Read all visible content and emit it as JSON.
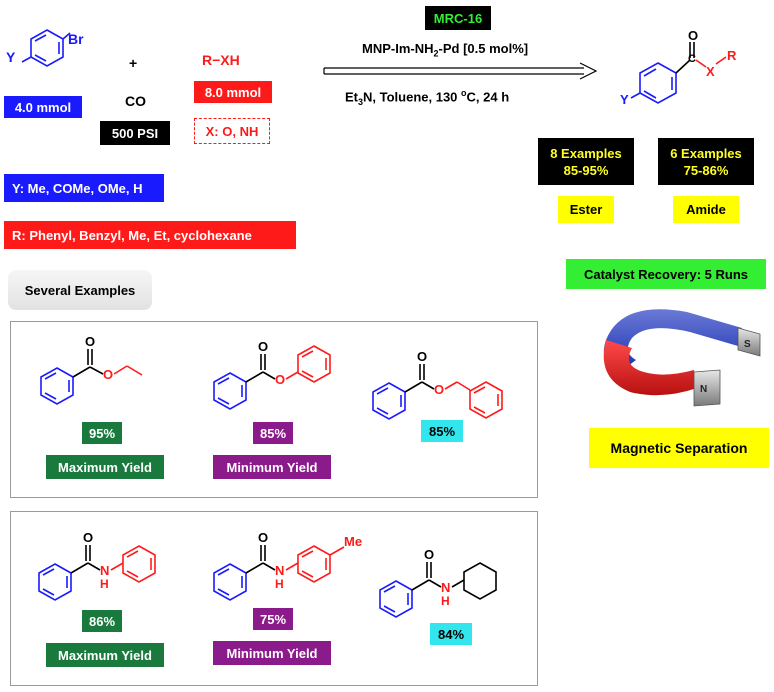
{
  "reaction": {
    "substrate_sub": "Br",
    "substrate_var": "Y",
    "plus": "+",
    "co": "CO",
    "rxh": "R−XH",
    "aryl_amount": "4.0 mmol",
    "co_pressure": "500 PSI",
    "rxh_amount": "8.0 mmol",
    "x_def": "X: O, NH",
    "catalyst_tag": "MRC-16",
    "catalyst": "MNP-Im-NH",
    "catalyst_sub": "2",
    "catalyst_rest": "-Pd [0.5 mol%]",
    "cond_a": "Et",
    "cond_sub": "3",
    "cond_b": "N, Toluene, 130 ",
    "cond_deg": "o",
    "cond_c": "C, 24 h",
    "product_c": "C",
    "product_o": "O",
    "product_x": "X",
    "product_r": "R",
    "product_y": "Y"
  },
  "scope": {
    "y_def": "Y: Me, COMe, OMe, H",
    "r_def": "R: Phenyl, Benzyl, Me, Et, cyclohexane"
  },
  "summary": {
    "ester_examples": "8 Examples",
    "ester_range": "85-95%",
    "ester_label": "Ester",
    "amide_examples": "6 Examples",
    "amide_range": "75-86%",
    "amide_label": "Amide",
    "recovery": "Catalyst Recovery: 5 Runs",
    "magnet_s": "S",
    "magnet_n": "N",
    "separation": "Magnetic Separation"
  },
  "examples_heading": "Several Examples",
  "esters": [
    {
      "atom_o1": "O",
      "atom_o2": "O",
      "yield": "95%",
      "tag": "Maximum Yield"
    },
    {
      "atom_o1": "O",
      "atom_o2": "O",
      "yield": "85%",
      "tag": "Minimum Yield"
    },
    {
      "atom_o1": "O",
      "atom_o2": "O",
      "yield": "85%"
    }
  ],
  "amides": [
    {
      "atom_o": "O",
      "atom_n": "N",
      "atom_h": "H",
      "yield": "86%",
      "tag": "Maximum Yield"
    },
    {
      "atom_o": "O",
      "atom_n": "N",
      "atom_h": "H",
      "me": "Me",
      "yield": "75%",
      "tag": "Minimum Yield"
    },
    {
      "atom_o": "O",
      "atom_n": "N",
      "atom_h": "H",
      "yield": "84%"
    }
  ],
  "colors": {
    "blue": "#1a1aff",
    "red": "#ff1a1a",
    "green_tag": "#1a7a3e",
    "purple_tag": "#8b1a8b",
    "cyan_tag": "#33e6ee",
    "yellow": "#ffff00",
    "lime": "#33ee33"
  }
}
